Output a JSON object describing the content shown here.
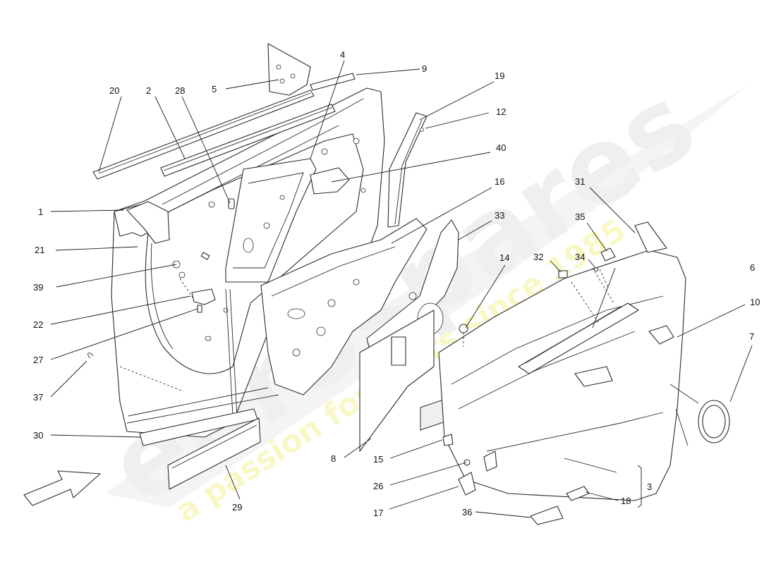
{
  "diagram": {
    "colors": {
      "line": "#2a2a2a",
      "watermark_grey": "#e3e3e3",
      "watermark_yellow": "#f3f39a"
    },
    "watermark": {
      "brand": "eurospares",
      "tagline": "a passion for parts since 1985"
    },
    "callouts": [
      {
        "id": "c1",
        "label": "1"
      },
      {
        "id": "c2",
        "label": "2"
      },
      {
        "id": "c3",
        "label": "3"
      },
      {
        "id": "c4",
        "label": "4"
      },
      {
        "id": "c5",
        "label": "5"
      },
      {
        "id": "c6",
        "label": "6"
      },
      {
        "id": "c7",
        "label": "7"
      },
      {
        "id": "c8",
        "label": "8"
      },
      {
        "id": "c9",
        "label": "9"
      },
      {
        "id": "c10",
        "label": "10"
      },
      {
        "id": "c12",
        "label": "12"
      },
      {
        "id": "c14",
        "label": "14"
      },
      {
        "id": "c15",
        "label": "15"
      },
      {
        "id": "c16",
        "label": "16"
      },
      {
        "id": "c17",
        "label": "17"
      },
      {
        "id": "c18",
        "label": "18"
      },
      {
        "id": "c19",
        "label": "19"
      },
      {
        "id": "c20",
        "label": "20"
      },
      {
        "id": "c21",
        "label": "21"
      },
      {
        "id": "c22",
        "label": "22"
      },
      {
        "id": "c26",
        "label": "26"
      },
      {
        "id": "c27",
        "label": "27"
      },
      {
        "id": "c28",
        "label": "28"
      },
      {
        "id": "c29",
        "label": "29"
      },
      {
        "id": "c30",
        "label": "30"
      },
      {
        "id": "c31",
        "label": "31"
      },
      {
        "id": "c32",
        "label": "32"
      },
      {
        "id": "c33",
        "label": "33"
      },
      {
        "id": "c34",
        "label": "34"
      },
      {
        "id": "c35",
        "label": "35"
      },
      {
        "id": "c36",
        "label": "36"
      },
      {
        "id": "c37",
        "label": "37"
      },
      {
        "id": "c39",
        "label": "39"
      },
      {
        "id": "c40",
        "label": "40"
      }
    ]
  }
}
